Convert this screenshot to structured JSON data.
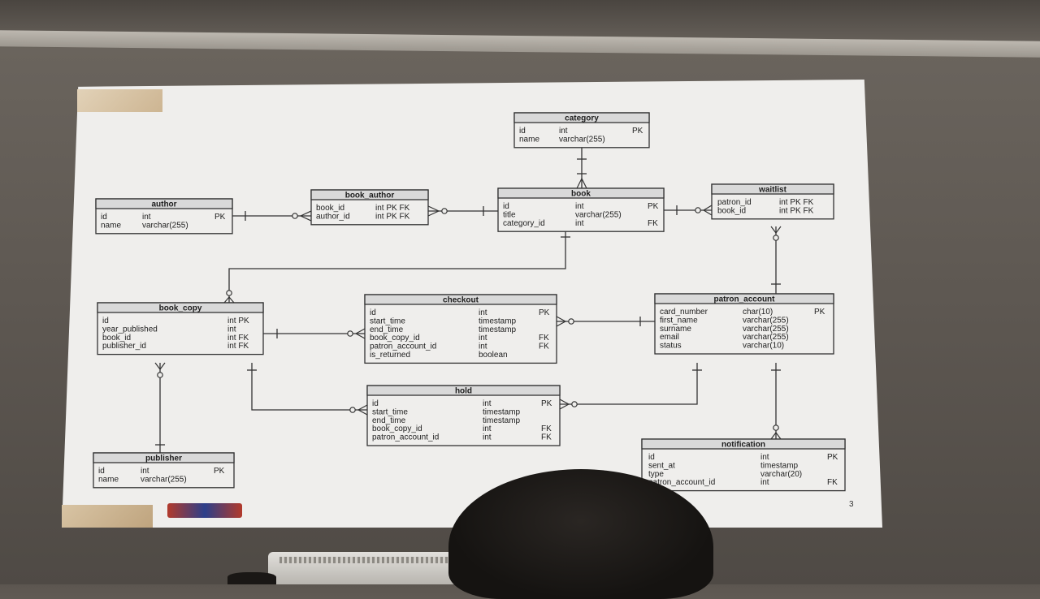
{
  "slide": {
    "page_number": "3",
    "colors": {
      "wall": "#5e5852",
      "screen": "#efeeec",
      "line": "#333333",
      "table_header": "#d9d9d9"
    }
  },
  "tables": [
    {
      "key": "category",
      "title": "category",
      "rows": [
        [
          "id",
          "int",
          "PK"
        ],
        [
          "name",
          "varchar(255)",
          ""
        ]
      ]
    },
    {
      "key": "author",
      "title": "author",
      "rows": [
        [
          "id",
          "int",
          "PK"
        ],
        [
          "name",
          "varchar(255)",
          ""
        ]
      ]
    },
    {
      "key": "book_author",
      "title": "book_author",
      "rows": [
        [
          "book_id",
          "int PK FK",
          ""
        ],
        [
          "author_id",
          "int PK FK",
          ""
        ]
      ]
    },
    {
      "key": "book",
      "title": "book",
      "rows": [
        [
          "id",
          "int",
          "PK"
        ],
        [
          "title",
          "varchar(255)",
          ""
        ],
        [
          "category_id",
          "int",
          "FK"
        ]
      ]
    },
    {
      "key": "waitlist",
      "title": "waitlist",
      "rows": [
        [
          "patron_id",
          "int PK FK",
          ""
        ],
        [
          "book_id",
          "int PK FK",
          ""
        ]
      ]
    },
    {
      "key": "book_copy",
      "title": "book_copy",
      "rows": [
        [
          "id",
          "int PK",
          ""
        ],
        [
          "year_published",
          "int",
          ""
        ],
        [
          "book_id",
          "int FK",
          ""
        ],
        [
          "publisher_id",
          "int FK",
          ""
        ]
      ]
    },
    {
      "key": "checkout",
      "title": "checkout",
      "rows": [
        [
          "id",
          "int",
          "PK"
        ],
        [
          "start_time",
          "timestamp",
          ""
        ],
        [
          "end_time",
          "timestamp",
          ""
        ],
        [
          "book_copy_id",
          "int",
          "FK"
        ],
        [
          "patron_account_id",
          "int",
          "FK"
        ],
        [
          "is_returned",
          "boolean",
          ""
        ]
      ]
    },
    {
      "key": "patron_account",
      "title": "patron_account",
      "rows": [
        [
          "card_number",
          "char(10)",
          "PK"
        ],
        [
          "first_name",
          "varchar(255)",
          ""
        ],
        [
          "surname",
          "varchar(255)",
          ""
        ],
        [
          "email",
          "varchar(255)",
          ""
        ],
        [
          "status",
          "varchar(10)",
          ""
        ]
      ]
    },
    {
      "key": "hold",
      "title": "hold",
      "rows": [
        [
          "id",
          "int",
          "PK"
        ],
        [
          "start_time",
          "timestamp",
          ""
        ],
        [
          "end_time",
          "timestamp",
          ""
        ],
        [
          "book_copy_id",
          "int",
          "FK"
        ],
        [
          "patron_account_id",
          "int",
          "FK"
        ]
      ]
    },
    {
      "key": "publisher",
      "title": "publisher",
      "rows": [
        [
          "id",
          "int",
          "PK"
        ],
        [
          "name",
          "varchar(255)",
          ""
        ]
      ]
    },
    {
      "key": "notification",
      "title": "notification",
      "rows": [
        [
          "id",
          "int",
          "PK"
        ],
        [
          "sent_at",
          "timestamp",
          ""
        ],
        [
          "type",
          "varchar(20)",
          ""
        ],
        [
          "patron_account_id",
          "int",
          "FK"
        ]
      ]
    }
  ],
  "relationships": [
    {
      "from": "author",
      "to": "book_author",
      "from_end": "one",
      "to_end": "zero-or-many"
    },
    {
      "from": "book",
      "to": "book_author",
      "from_end": "one",
      "to_end": "zero-or-many"
    },
    {
      "from": "category",
      "to": "book",
      "from_end": "one",
      "to_end": "one-or-many"
    },
    {
      "from": "book",
      "to": "waitlist",
      "from_end": "one",
      "to_end": "zero-or-many"
    },
    {
      "from": "patron_account",
      "to": "waitlist",
      "from_end": "one",
      "to_end": "zero-or-many"
    },
    {
      "from": "book",
      "to": "book_copy",
      "from_end": "one",
      "to_end": "zero-or-many"
    },
    {
      "from": "book_copy",
      "to": "checkout",
      "from_end": "one",
      "to_end": "zero-or-many"
    },
    {
      "from": "patron_account",
      "to": "checkout",
      "from_end": "one",
      "to_end": "zero-or-many"
    },
    {
      "from": "book_copy",
      "to": "hold",
      "from_end": "one",
      "to_end": "zero-or-many"
    },
    {
      "from": "patron_account",
      "to": "hold",
      "from_end": "one",
      "to_end": "zero-or-many"
    },
    {
      "from": "publisher",
      "to": "book_copy",
      "from_end": "one",
      "to_end": "zero-or-many"
    },
    {
      "from": "patron_account",
      "to": "notification",
      "from_end": "one",
      "to_end": "zero-or-many"
    }
  ]
}
